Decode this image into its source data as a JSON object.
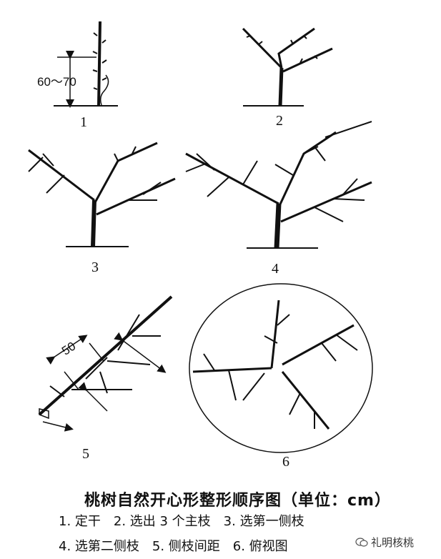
{
  "labels": {
    "fig1": "1",
    "fig2": "2",
    "fig3": "3",
    "fig4": "4",
    "fig5": "5",
    "fig6": "6",
    "height": "60～70",
    "spacing": "50"
  },
  "title": "桃树自然开心形整形顺序图（单位：cm）",
  "legend": {
    "row1": "1. 定干　2. 选出 3 个主枝　3. 选第一侧枝",
    "row2": "4. 选第二侧枝　5. 侧枝间距　6. 俯视图"
  },
  "watermark": "礼明核桃"
}
